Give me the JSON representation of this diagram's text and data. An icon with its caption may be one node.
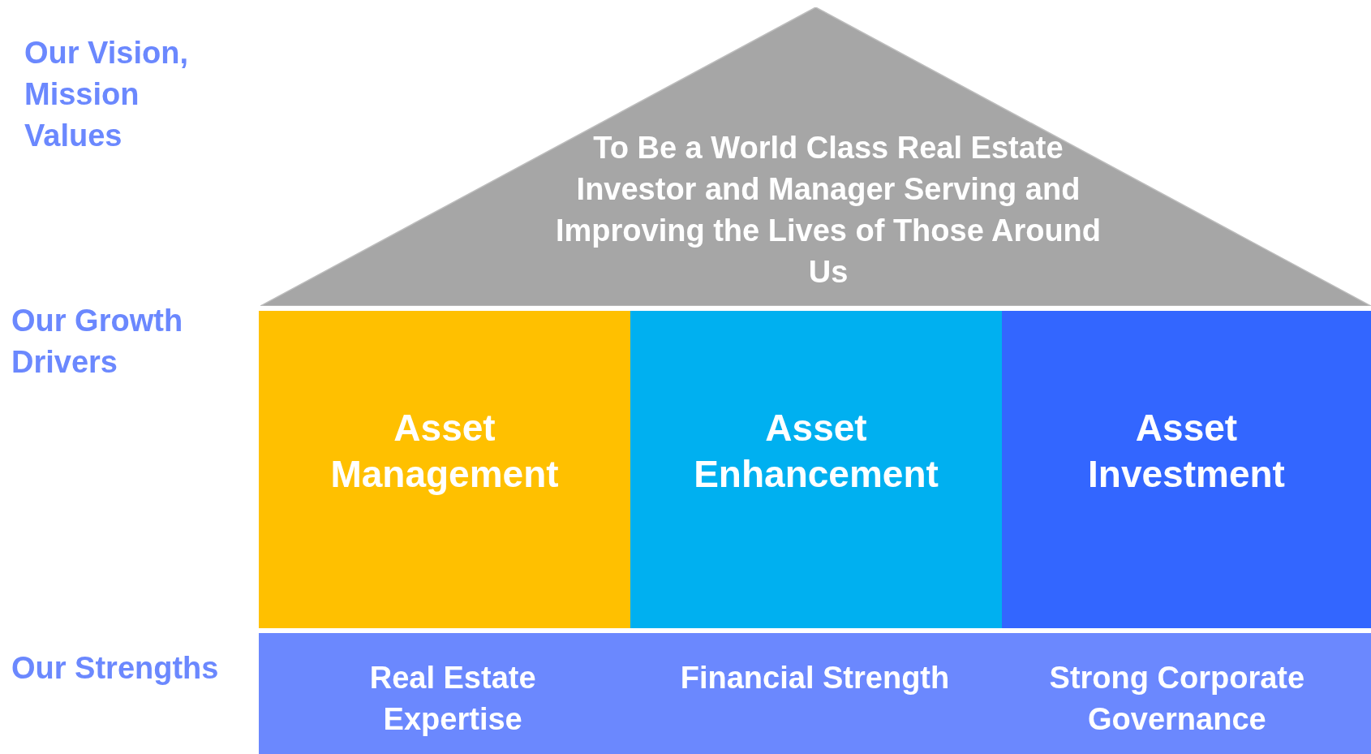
{
  "diagram": {
    "nodes": [
      {
        "text": [
          "To Be a World Class Real Estate Investor and Manager Serving and Improving the Lives of Those Around Us"
        ]
      },
      {
        "text": [
          "Asset Management"
        ]
      },
      {
        "text": [
          "Asset Enhancement"
        ]
      },
      {
        "text": [
          "Asset Investment"
        ]
      },
      {
        "text": [
          "Real Estate Expertise",
          "Financial Strength",
          "Strong Corporate Governance"
        ]
      }
    ],
    "labels": [
      "Our Vision, Mission Values",
      "Our Growth Drivers",
      "Our Strengths"
    ]
  }
}
